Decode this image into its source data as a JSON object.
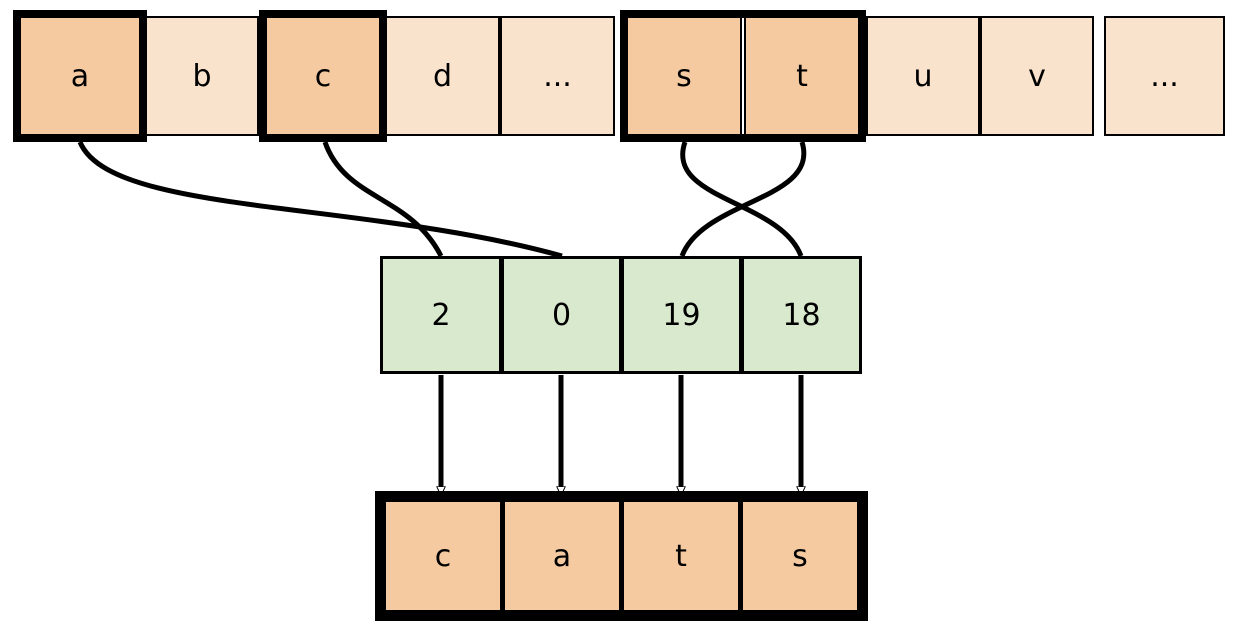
{
  "diagram": {
    "title": "token-index-decode-diagram",
    "colors": {
      "vocab_fill": "#fae3cd",
      "vocab_selected_fill": "#f6caa0",
      "index_fill": "#d9e9ce",
      "output_fill": "#f6caa0",
      "stroke": "#000000",
      "background": "#ffffff"
    }
  },
  "vocab_row": {
    "name": "alphabet-strip",
    "cells": [
      {
        "label": "a",
        "selected": true
      },
      {
        "label": "b",
        "selected": false
      },
      {
        "label": "c",
        "selected": true
      },
      {
        "label": "d",
        "selected": false
      },
      {
        "label": "...",
        "selected": false
      },
      {
        "label": "s",
        "selected": true
      },
      {
        "label": "t",
        "selected": true
      },
      {
        "label": "u",
        "selected": false
      },
      {
        "label": "v",
        "selected": false
      },
      {
        "label": "...",
        "selected": false
      }
    ]
  },
  "index_row": {
    "name": "index-strip",
    "cells": [
      {
        "label": "2"
      },
      {
        "label": "0"
      },
      {
        "label": "19"
      },
      {
        "label": "18"
      }
    ]
  },
  "output_row": {
    "name": "output-strip",
    "cells": [
      {
        "label": "c"
      },
      {
        "label": "a"
      },
      {
        "label": "t"
      },
      {
        "label": "s"
      }
    ]
  },
  "mappings": {
    "vocab_to_index": [
      {
        "from": "a",
        "to": "0"
      },
      {
        "from": "c",
        "to": "2"
      },
      {
        "from": "s",
        "to": "18"
      },
      {
        "from": "t",
        "to": "19"
      }
    ],
    "index_to_output": [
      {
        "from": "2",
        "to": "c"
      },
      {
        "from": "0",
        "to": "a"
      },
      {
        "from": "19",
        "to": "t"
      },
      {
        "from": "18",
        "to": "s"
      }
    ]
  }
}
